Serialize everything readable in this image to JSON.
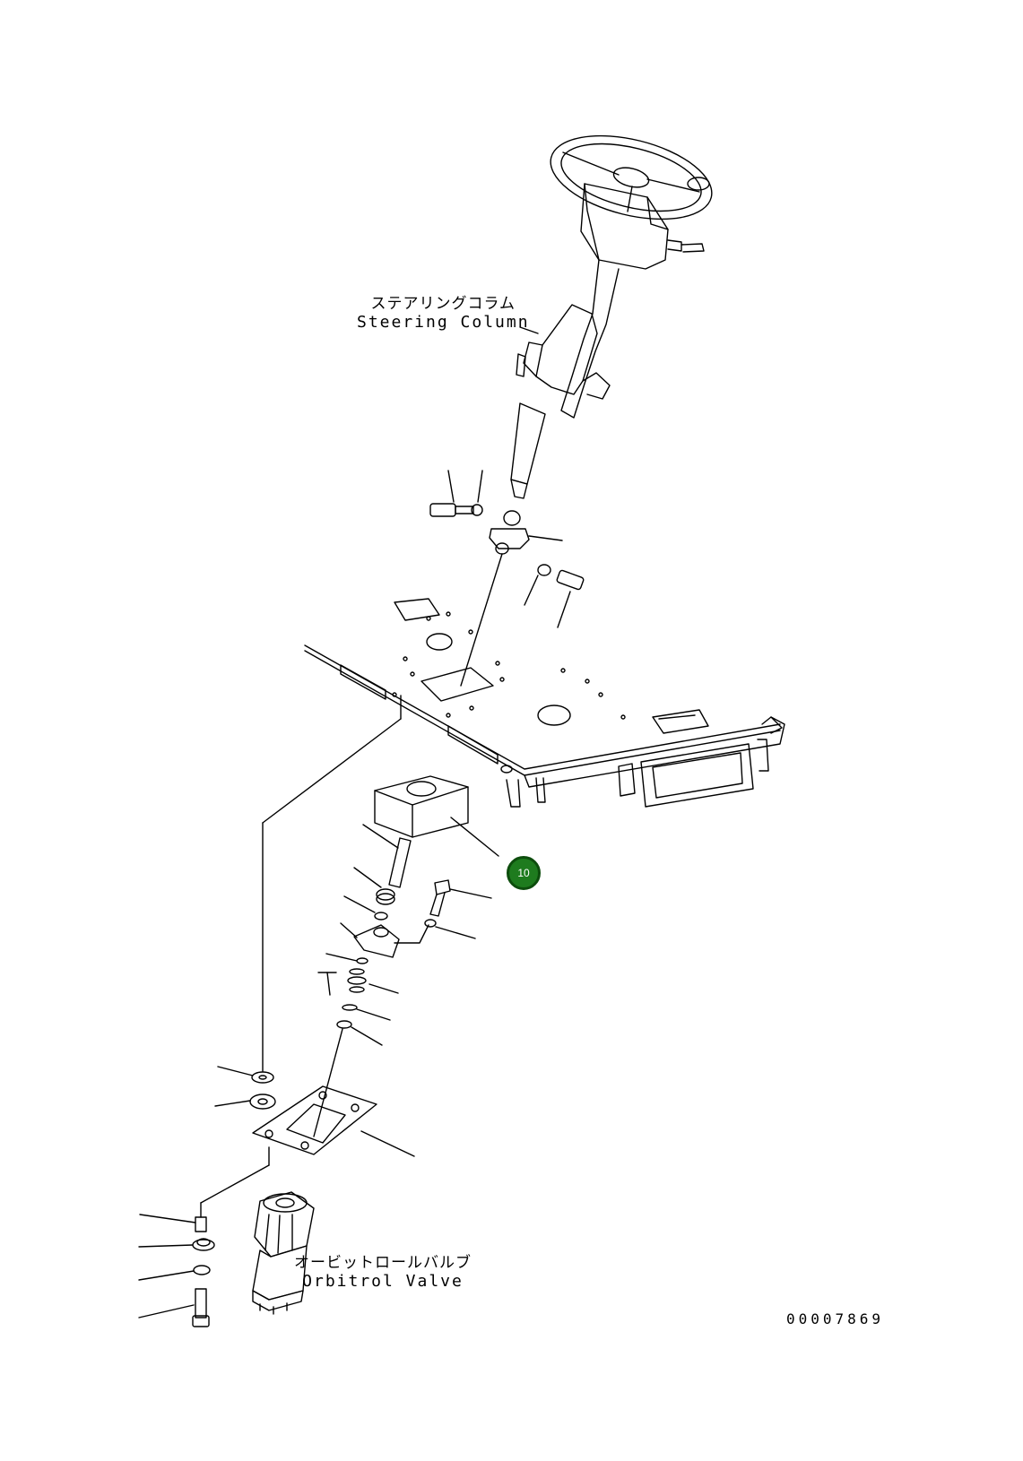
{
  "labels": {
    "steering_column_jp": "ステアリングコラム",
    "steering_column_en": "Steering Column",
    "orbitrol_valve_jp": "オービットロールバルブ",
    "orbitrol_valve_en": "Orbitrol Valve"
  },
  "drawing_number": "00007869",
  "callout": {
    "number": "10",
    "color": "#1e7b1e"
  }
}
